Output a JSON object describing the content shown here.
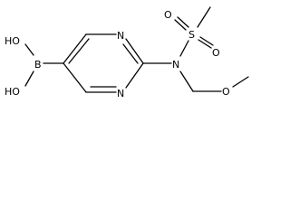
{
  "molecule": {
    "atoms": {
      "oh_top": "HO",
      "oh_bottom": "HO",
      "boron": "B",
      "ring_n_top": "N",
      "ring_n_bottom": "N",
      "amide_n": "N",
      "sulfur": "S",
      "oxo_left": "O",
      "oxo_right": "O",
      "ether_o": "O"
    }
  }
}
